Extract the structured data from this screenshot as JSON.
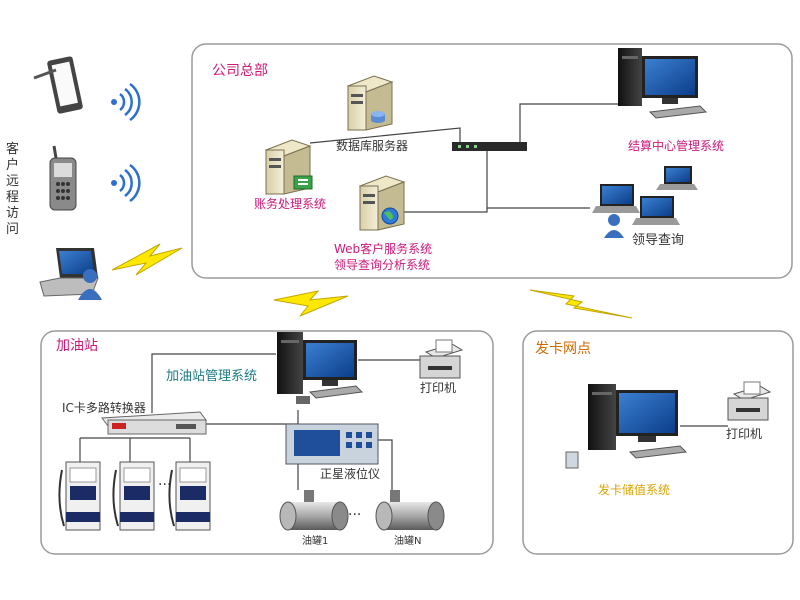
{
  "regions": {
    "hq": "公司总部",
    "station": "加油站",
    "card_point": "发卡网点",
    "remote_access": "客户远程访问"
  },
  "hq": {
    "db_server": "数据库服务器",
    "billing": "账务处理系统",
    "settlement": "结算中心管理系统",
    "web_service_line1": "Web客户服务系统",
    "web_service_line2": "领导查询分析系统",
    "leader_query": "领导查询"
  },
  "station": {
    "management": "加油站管理系统",
    "printer": "打印机",
    "ic_converter": "IC卡多路转换器",
    "level_gauge": "正星液位仪",
    "tank_1": "油罐1",
    "tank_n": "油罐N",
    "ellipsis": "···"
  },
  "card_point": {
    "printer": "打印机",
    "storage_system": "发卡储值系统"
  },
  "colors": {
    "accent_pink": "#cc1a7a",
    "accent_teal": "#1a7a84",
    "accent_yellow": "#d9a400",
    "panel_border": "#9a9a9a"
  }
}
